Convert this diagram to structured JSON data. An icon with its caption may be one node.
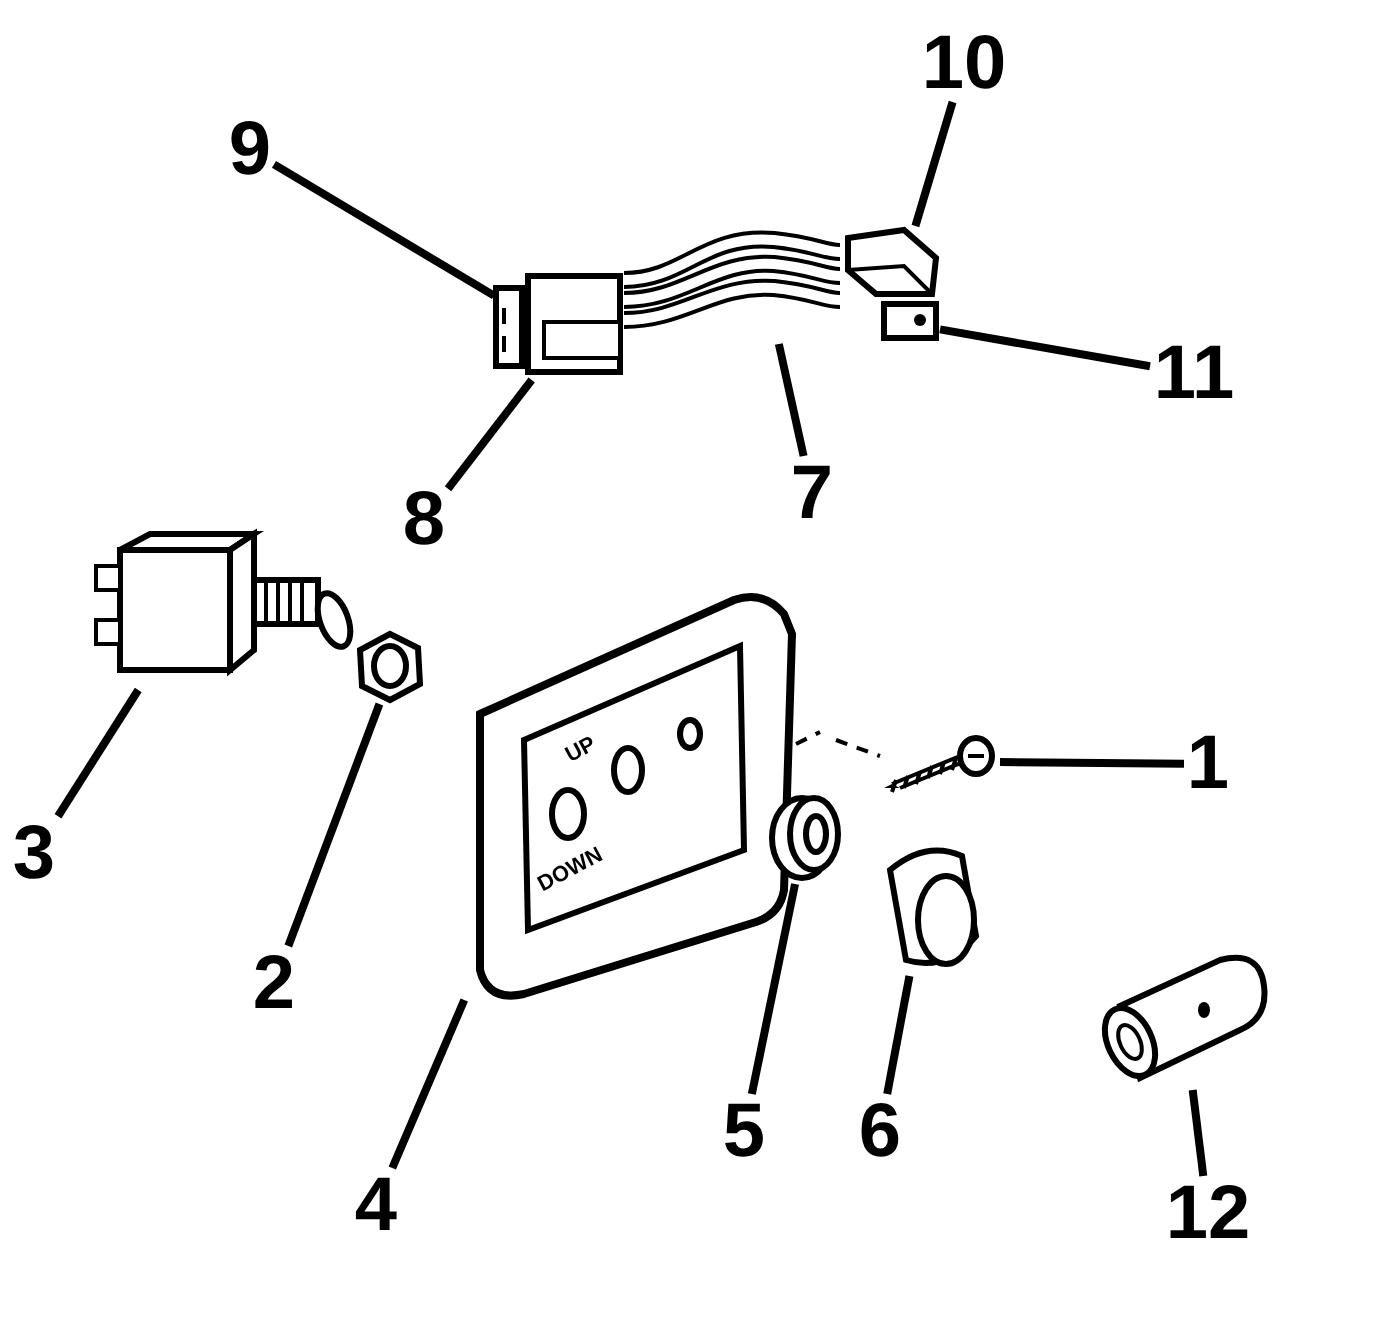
{
  "diagram": {
    "nodes": [
      {
        "text": [
          "1"
        ]
      },
      {
        "text": [
          "2"
        ]
      },
      {
        "text": [
          "3"
        ]
      },
      {
        "text": [
          "4"
        ]
      },
      {
        "text": [
          "5"
        ]
      },
      {
        "text": [
          "6"
        ]
      },
      {
        "text": [
          "7"
        ]
      },
      {
        "text": [
          "8"
        ]
      },
      {
        "text": [
          "9"
        ]
      },
      {
        "text": [
          "10"
        ]
      },
      {
        "text": [
          "11"
        ]
      },
      {
        "text": [
          "12"
        ]
      },
      {
        "text": [],
        "shape": "picture"
      },
      {
        "text": [],
        "shape": "picture"
      },
      {
        "text": [],
        "shape": "picture"
      },
      {
        "text": [],
        "shape": "picture"
      },
      {
        "text": [],
        "shape": "picture"
      },
      {
        "text": [],
        "shape": "picture"
      },
      {
        "text": [],
        "shape": "picture"
      },
      {
        "text": [],
        "shape": "picture"
      },
      {
        "text": [],
        "shape": "picture"
      },
      {
        "text": [],
        "shape": "picture"
      },
      {
        "text": [],
        "shape": "picture"
      },
      {
        "text": [],
        "shape": "picture"
      }
    ],
    "edges": [
      {
        "from": 0,
        "to": 12,
        "arrow": "none"
      },
      {
        "from": 1,
        "to": 13,
        "arrow": "none"
      },
      {
        "from": 2,
        "to": 14,
        "arrow": "none"
      },
      {
        "from": 3,
        "to": 15,
        "arrow": "none"
      },
      {
        "from": 4,
        "to": 16,
        "arrow": "none"
      },
      {
        "from": 5,
        "to": 17,
        "arrow": "none"
      },
      {
        "from": 6,
        "to": 18,
        "arrow": "none"
      },
      {
        "from": 7,
        "to": 19,
        "arrow": "none"
      },
      {
        "from": 8,
        "to": 20,
        "arrow": "none"
      },
      {
        "from": 9,
        "to": 21,
        "arrow": "none"
      },
      {
        "from": 10,
        "to": 22,
        "arrow": "none"
      },
      {
        "from": 11,
        "to": 23,
        "arrow": "none"
      }
    ],
    "labels": [
      "UP",
      "DOWN"
    ]
  }
}
